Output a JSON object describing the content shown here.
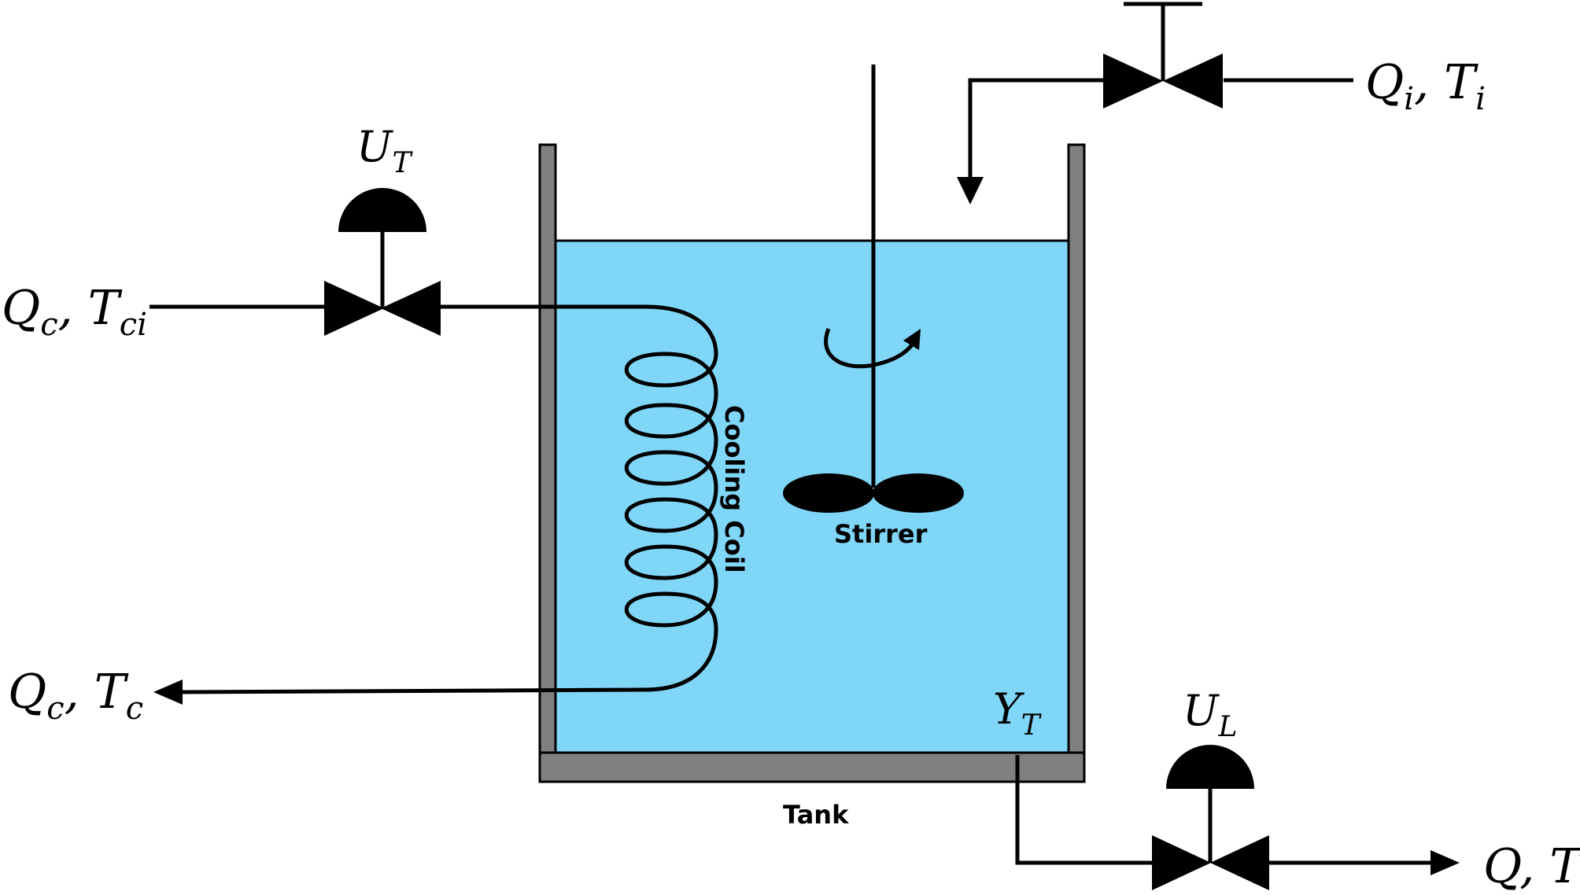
{
  "colors": {
    "liquid": "#80d6f7",
    "tank_wall": "#808080",
    "line": "#000000",
    "background": "#ffffff"
  },
  "labels": {
    "cooling_coil": "Cooling Coil",
    "stirrer": "Stirrer",
    "tank": "Tank"
  },
  "streams": {
    "coolant_in": {
      "main1": "Q",
      "sub1": "c",
      "sep": ", ",
      "main2": "T",
      "sub2": "ci"
    },
    "coolant_out": {
      "main1": "Q",
      "sub1": "c",
      "sep": ", ",
      "main2": "T",
      "sub2": "c"
    },
    "feed_in": {
      "main1": "Q",
      "sub1": "i",
      "sep": ", ",
      "main2": "T",
      "sub2": "i"
    },
    "product_out": {
      "main": "Q, T"
    }
  },
  "signals": {
    "coolant_valve": {
      "main": "U",
      "sub": "T"
    },
    "outlet_valve": {
      "main": "U",
      "sub": "L"
    },
    "temperature_sensor": {
      "main": "Y",
      "sub": "T"
    }
  }
}
